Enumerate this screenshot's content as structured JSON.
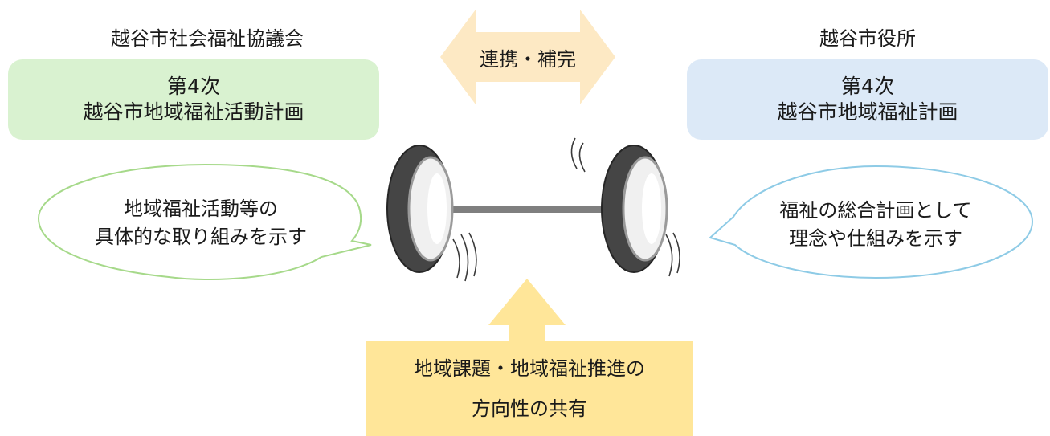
{
  "left": {
    "org": "越谷市社会福祉協議会",
    "plan_line1": "第4次",
    "plan_line2": "越谷市地域福祉活動計画",
    "bubble_line1": "地域福祉活動等の",
    "bubble_line2": "具体的な取り組みを示す"
  },
  "right": {
    "org": "越谷市役所",
    "plan_line1": "第4次",
    "plan_line2": "越谷市地域福祉計画",
    "bubble_line1": "福祉の総合計画として",
    "bubble_line2": "理念や仕組みを示す"
  },
  "center_arrow": {
    "label": "連携・補完"
  },
  "bottom": {
    "line1": "地域課題・地域福祉推進の",
    "line2": "方向性の共有"
  },
  "colors": {
    "left_box": "#d9f2d0",
    "right_box": "#dce9f7",
    "bubble_left_border": "#a6d98a",
    "bubble_right_border": "#8ecbe6",
    "double_arrow": "#fde9c4",
    "bottom_block": "#ffe699"
  }
}
